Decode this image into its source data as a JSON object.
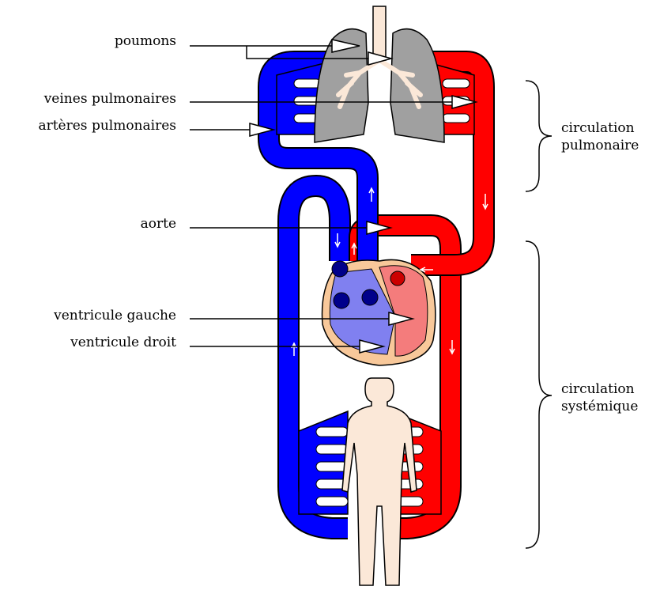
{
  "labels": {
    "poumons": "poumons",
    "veines_pulmonaires": "veines pulmonaires",
    "arteres_pulmonaires": "artères pulmonaires",
    "aorte": "aorte",
    "ventricule_gauche": "ventricule gauche",
    "ventricule_droit": "ventricule droit"
  },
  "groups": {
    "pulmonaire_line1": "circulation",
    "pulmonaire_line2": "pulmonaire",
    "systemique_line1": "circulation",
    "systemique_line2": "systémique"
  },
  "colors": {
    "oxygenated": "#ff0000",
    "deoxygenated": "#0000ff",
    "lung": "#a0a0a0",
    "heart_wall": "#f8c89a",
    "body": "#fbe8d8",
    "left_heart": "#f47c7c",
    "right_heart": "#8080f0"
  }
}
